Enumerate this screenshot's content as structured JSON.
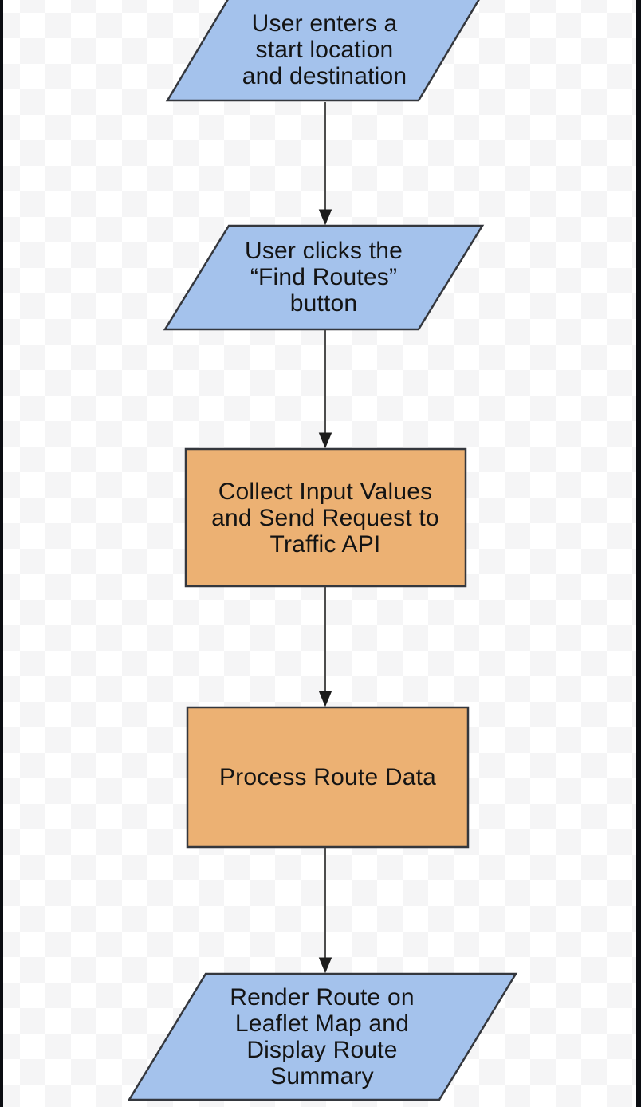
{
  "canvas": {
    "background_style": "transparency-checkerboard",
    "checker_light": "#ffffff",
    "checker_dark": "#f5f5f6",
    "frame_color": "#0b0d12"
  },
  "flowchart": {
    "type": "flowchart",
    "direction": "top-to-bottom",
    "nodes": [
      {
        "id": "input-start-destination",
        "shape": "parallelogram",
        "kind": "input-output",
        "label": "User enters a\nstart location\nand destination",
        "fill": "#a4c2ec"
      },
      {
        "id": "click-find-routes",
        "shape": "parallelogram",
        "kind": "input-output",
        "label": "User clicks the\n“Find Routes”\nbutton",
        "fill": "#a4c2ec"
      },
      {
        "id": "collect-input-send-request",
        "shape": "rectangle",
        "kind": "process",
        "label": "Collect Input Values\nand Send Request to\nTraffic API",
        "fill": "#ecb173"
      },
      {
        "id": "process-route-data",
        "shape": "rectangle",
        "kind": "process",
        "label": "Process Route Data",
        "fill": "#ecb173"
      },
      {
        "id": "render-route-display-summary",
        "shape": "parallelogram",
        "kind": "input-output",
        "label": "Render Route on\nLeaflet Map and\nDisplay Route\nSummary",
        "fill": "#a4c2ec"
      }
    ],
    "edges": [
      {
        "from": "input-start-destination",
        "to": "click-find-routes"
      },
      {
        "from": "click-find-routes",
        "to": "collect-input-send-request"
      },
      {
        "from": "collect-input-send-request",
        "to": "process-route-data"
      },
      {
        "from": "process-route-data",
        "to": "render-route-display-summary"
      }
    ],
    "edge_color": "#4c4c4c",
    "arrowhead_color": "#1c1c1c",
    "text_color": "#141414"
  }
}
